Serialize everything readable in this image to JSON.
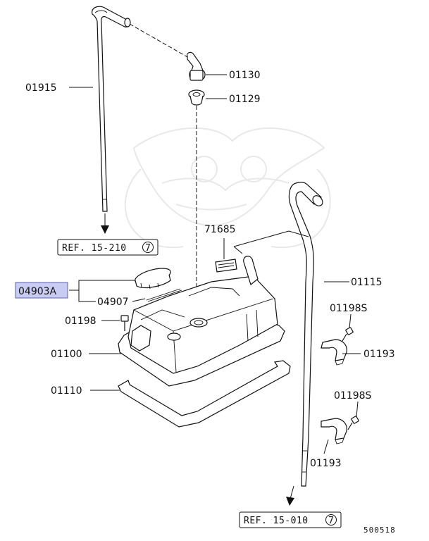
{
  "diagram": {
    "labels": {
      "p01915": "01915",
      "p01130": "01130",
      "p01129": "01129",
      "p71685": "71685",
      "p01115": "01115",
      "p04903a": "04903A",
      "p04907": "04907",
      "p01198": "01198",
      "p01198s_top": "01198S",
      "p01100": "01100",
      "p01193_top": "01193",
      "p01110": "01110",
      "p01198s_bottom": "01198S",
      "p01193_bottom": "01193"
    },
    "refs": {
      "ref_top": "REF. 15-210",
      "ref_top_circle": "7",
      "ref_bottom": "REF. 15-010",
      "ref_bottom_circle": "7"
    },
    "figure_code": "500518",
    "highlight_color": "#c9ccf2"
  }
}
